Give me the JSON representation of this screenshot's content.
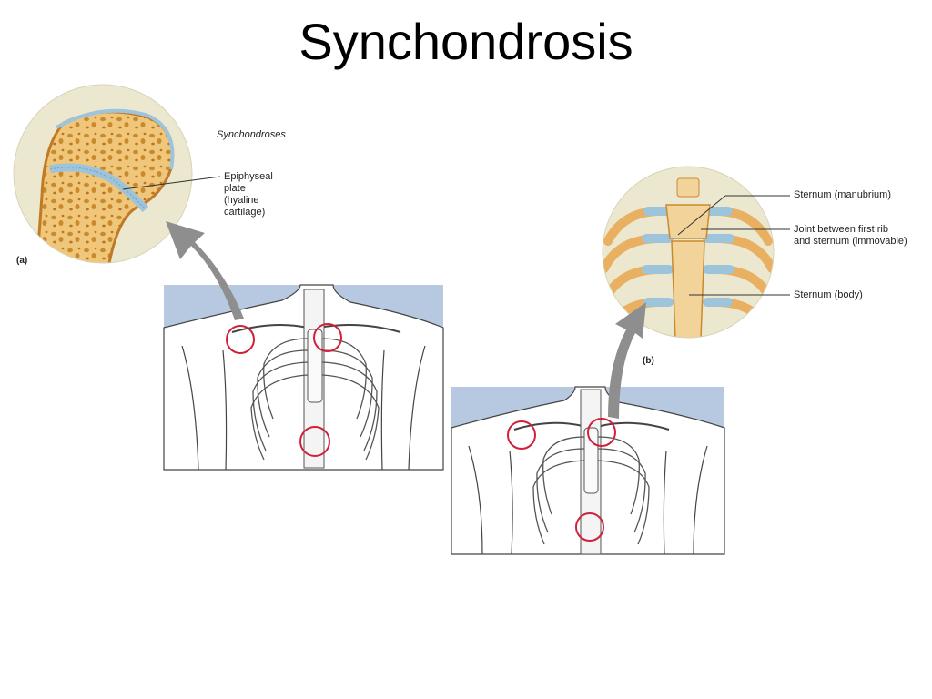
{
  "slide": {
    "title": "Synchondrosis"
  },
  "panel_a": {
    "tag": "(a)",
    "heading": "Synchondroses",
    "label_lines": [
      "Epiphyseal",
      "plate",
      "(hyaline",
      "cartilage)"
    ]
  },
  "panel_b": {
    "tag": "(b)",
    "labels": {
      "manubrium": "Sternum (manubrium)",
      "joint_line1": "Joint between first rib",
      "joint_line2": "and sternum (immovable)",
      "body": "Sternum (body)"
    }
  },
  "colors": {
    "background_panel": "#b7c9e0",
    "bone": "#e8b060",
    "bone_light": "#f2d39a",
    "cartilage": "#9ec4dc",
    "highlight_circle": "#d0203a",
    "arrow": "#8e8e8e"
  }
}
